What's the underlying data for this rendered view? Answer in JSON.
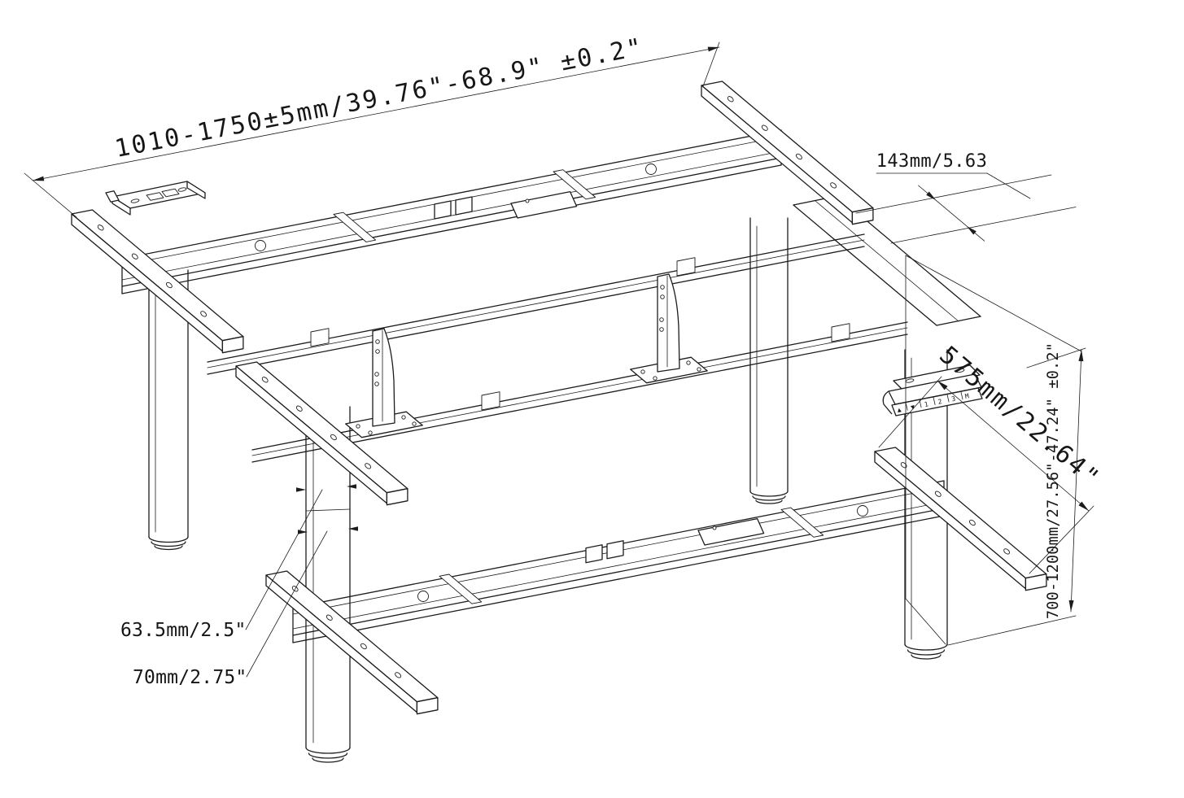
{
  "drawing": {
    "subject": "height-adjustable back-to-back desk frame, isometric line drawing",
    "colors": {
      "line": "#1c1c1c",
      "background": "#ffffff"
    }
  },
  "dimensions": {
    "width_range": {
      "label": "1010-1750±5mm/39.76\"-68.9\" ±0.2\""
    },
    "bracket_offset": {
      "label": "143mm/5.63"
    },
    "side_bracket_length": {
      "label": "575mm/22.64\""
    },
    "height_range": {
      "label": "700-1200mm/27.56\"-47.24\" ±0.2\""
    },
    "upper_column_diameter": {
      "label": "63.5mm/2.5\""
    },
    "lower_column_diameter": {
      "label": "70mm/2.75\""
    }
  },
  "keypad": {
    "buttons": [
      "▲",
      "▼",
      "1",
      "2",
      "3",
      "M"
    ]
  }
}
